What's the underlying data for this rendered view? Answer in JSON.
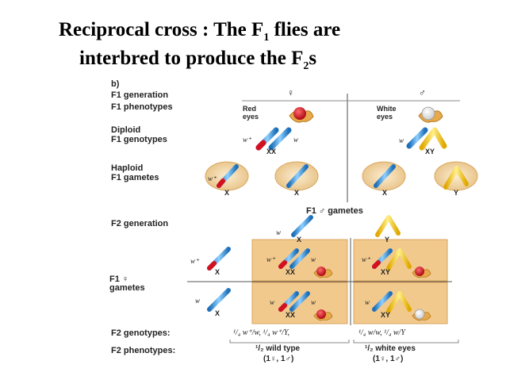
{
  "title": {
    "line1_a": "Reciprocal cross : The F",
    "line1_sub": "1",
    "line1_b": " flies are",
    "line2_a": "interbred to  produce the F",
    "line2_sub": "2",
    "line2_b": "s"
  },
  "panel_letter": "b)",
  "rows": {
    "gen": "F1 generation",
    "phen": "F1 phenotypes",
    "geno_1": "Diploid",
    "geno_2": "F1 genotypes",
    "gam_1": "Haploid",
    "gam_2": "F1 gametes"
  },
  "symbols": {
    "female": "♀",
    "male": "♂"
  },
  "phenotypes": {
    "red_1": "Red",
    "red_2": "eyes",
    "white_1": "White",
    "white_2": "eyes"
  },
  "genotypes": {
    "female": "XX",
    "male": "XY"
  },
  "alleles": {
    "wplus": "w⁺",
    "w": "w"
  },
  "gametes": {
    "x": "X",
    "y": "Y"
  },
  "f2": {
    "generation": "F2 generation",
    "male_gametes": "F1 ♂ gametes",
    "female_gametes_1": "F1 ♀",
    "female_gametes_2": "gametes",
    "cell_xx": "XX",
    "cell_xy": "XY",
    "genotypes_label": "F2 genotypes:",
    "genotypes_left": "¹/₄ w⁺/w, ¹/₄ w⁺/Y,",
    "genotypes_right": "¹/₄ w/w, ¹/₄ w/Y",
    "phenotypes_label": "F2 phenotypes:",
    "pheno_left_1": "¹/₂ wild type",
    "pheno_left_2": "(1♀, 1♂)",
    "pheno_right_1": "¹/₂ white eyes",
    "pheno_right_2": "(1♀, 1♂)"
  },
  "colors": {
    "cell_bg": "#f2c98c",
    "cell_border": "#dba45c",
    "chrom_blue": "#2e8fd8",
    "chrom_yellow": "#f2c322",
    "eye_red": "#d4101e",
    "gamete_bg": "#f5deb3"
  }
}
